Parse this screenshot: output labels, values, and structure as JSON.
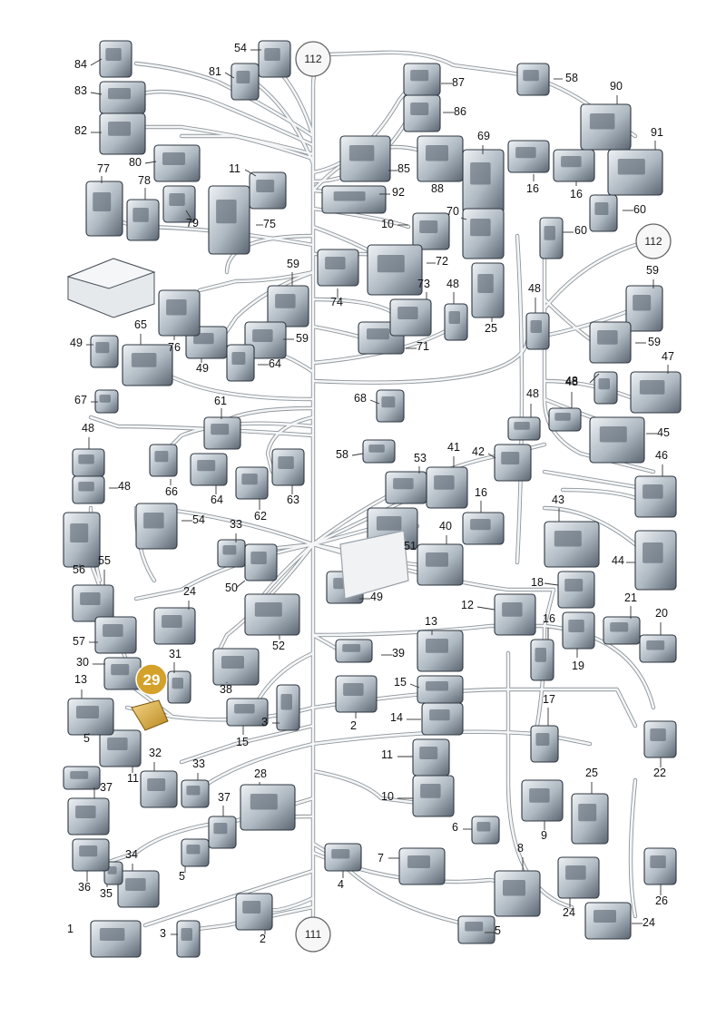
{
  "diagram": {
    "connectors": {
      "c1": "1",
      "c2a": "2",
      "c2b": "2",
      "c3a": "3",
      "c3b": "3",
      "c4": "4",
      "c5a": "5",
      "c5b": "5",
      "c5c": "5",
      "c6": "6",
      "c7": "7",
      "c8": "8",
      "c9": "9",
      "c10a": "10",
      "c10b": "10",
      "c11a": "11",
      "c11b": "11",
      "c11c": "11",
      "c12": "12",
      "c13a": "13",
      "c13b": "13",
      "c14": "14",
      "c15a": "15",
      "c15b": "15",
      "c16a": "16",
      "c16b": "16",
      "c16c": "16",
      "c16d": "16",
      "c17": "17",
      "c18": "18",
      "c19": "19",
      "c20": "20",
      "c21": "21",
      "c22": "22",
      "c24a": "24",
      "c24b": "24",
      "c24c": "24",
      "c25a": "25",
      "c25b": "25",
      "c26": "26",
      "c28": "28",
      "c29": "29",
      "c30": "30",
      "c31": "31",
      "c32": "32",
      "c33a": "33",
      "c33b": "33",
      "c34": "34",
      "c35": "35",
      "c36": "36",
      "c37a": "37",
      "c37b": "37",
      "c38": "38",
      "c39": "39",
      "c40": "40",
      "c41": "41",
      "c42": "42",
      "c43": "43",
      "c44": "44",
      "c45": "45",
      "c46": "46",
      "c47": "47",
      "c48a": "48",
      "c48b": "48",
      "c48c": "48",
      "c48d": "48",
      "c48e": "48",
      "c48f": "48",
      "c48g": "48",
      "c49a": "49",
      "c49b": "49",
      "c49c": "49",
      "c50": "50",
      "c51": "51",
      "c52": "52",
      "c53": "53",
      "c54a": "54",
      "c54b": "54",
      "c55": "55",
      "c56": "56",
      "c57": "57",
      "c58a": "58",
      "c58b": "58",
      "c59a": "59",
      "c59b": "59",
      "c59c": "59",
      "c59d": "59",
      "c60a": "60",
      "c60b": "60",
      "c61": "61",
      "c62": "62",
      "c63": "63",
      "c64a": "64",
      "c64b": "64",
      "c65": "65",
      "c66": "66",
      "c67": "67",
      "c68": "68",
      "c69": "69",
      "c70": "70",
      "c71": "71",
      "c72": "72",
      "c73": "73",
      "c74": "74",
      "c75": "75",
      "c76": "76",
      "c77": "77",
      "c78": "78",
      "c79": "79",
      "c80": "80",
      "c81": "81",
      "c82": "82",
      "c83": "83",
      "c84": "84",
      "c85": "85",
      "c86": "86",
      "c87": "87",
      "c88": "88",
      "c90": "90",
      "c91": "91",
      "c92": "92"
    },
    "circles": {
      "ref112top": "112",
      "ref112right": "112",
      "ref111": "111"
    },
    "highlight": {
      "label": "29",
      "color": "#d4a12a"
    }
  },
  "colors": {
    "harness": "#8f969c",
    "part_light": "#dde3e8",
    "part_dark": "#4f5a66",
    "highlight": "#d4a12a"
  }
}
